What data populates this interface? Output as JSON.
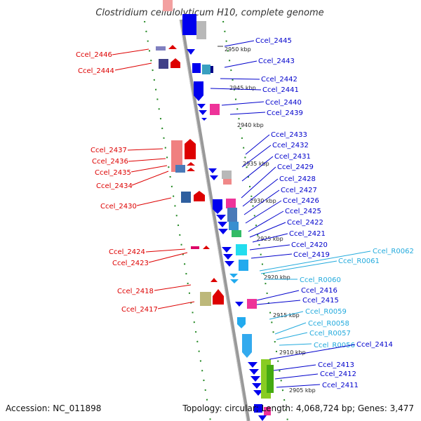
{
  "title": "Clostridium cellulolyticum H10, complete genome",
  "accession": "Accession: NC_011898",
  "summary": "Topology: circular; Length: 4,068,724 bp; Genes: 3,477",
  "colors": {
    "minus_label": "#dd0000",
    "plus_label": "#0000cc",
    "rna_label": "#22aadd",
    "backbone": "#888888",
    "dash": "#228822"
  },
  "kbp_ticks": [
    {
      "text": "2950 kbp",
      "key": "t2950"
    },
    {
      "text": "2945 kbp",
      "key": "t2945"
    },
    {
      "text": "2940 kbp",
      "key": "t2940"
    },
    {
      "text": "2935 kbp",
      "key": "t2935"
    },
    {
      "text": "2930 kbp",
      "key": "t2930"
    },
    {
      "text": "2925 kbp",
      "key": "t2925"
    },
    {
      "text": "2920 kbp",
      "key": "t2920"
    },
    {
      "text": "2915 kbp",
      "key": "t2915"
    },
    {
      "text": "2910 kbp",
      "key": "t2910"
    },
    {
      "text": "2905 kbp",
      "key": "t2905"
    }
  ],
  "genes_minus": [
    {
      "name": "Ccel_2446",
      "key": "m2446"
    },
    {
      "name": "Ccel_2444",
      "key": "m2444"
    },
    {
      "name": "Ccel_2437",
      "key": "m2437"
    },
    {
      "name": "Ccel_2436",
      "key": "m2436"
    },
    {
      "name": "Ccel_2435",
      "key": "m2435"
    },
    {
      "name": "Ccel_2434",
      "key": "m2434"
    },
    {
      "name": "Ccel_2430",
      "key": "m2430"
    },
    {
      "name": "Ccel_2424",
      "key": "m2424"
    },
    {
      "name": "Ccel_2423",
      "key": "m2423"
    },
    {
      "name": "Ccel_2418",
      "key": "m2418"
    },
    {
      "name": "Ccel_2417",
      "key": "m2417"
    }
  ],
  "genes_plus": [
    {
      "name": "Ccel_2445",
      "key": "p2445",
      "type": "gene"
    },
    {
      "name": "Ccel_2443",
      "key": "p2443",
      "type": "gene"
    },
    {
      "name": "Ccel_2442",
      "key": "p2442",
      "type": "gene"
    },
    {
      "name": "Ccel_2441",
      "key": "p2441",
      "type": "gene"
    },
    {
      "name": "Ccel_2440",
      "key": "p2440",
      "type": "gene"
    },
    {
      "name": "Ccel_2439",
      "key": "p2439",
      "type": "gene"
    },
    {
      "name": "Ccel_2433",
      "key": "p2433",
      "type": "gene"
    },
    {
      "name": "Ccel_2432",
      "key": "p2432",
      "type": "gene"
    },
    {
      "name": "Ccel_2431",
      "key": "p2431",
      "type": "gene"
    },
    {
      "name": "Ccel_2429",
      "key": "p2429",
      "type": "gene"
    },
    {
      "name": "Ccel_2428",
      "key": "p2428",
      "type": "gene"
    },
    {
      "name": "Ccel_2427",
      "key": "p2427",
      "type": "gene"
    },
    {
      "name": "Ccel_2426",
      "key": "p2426",
      "type": "gene"
    },
    {
      "name": "Ccel_2425",
      "key": "p2425",
      "type": "gene"
    },
    {
      "name": "Ccel_2422",
      "key": "p2422",
      "type": "gene"
    },
    {
      "name": "Ccel_2421",
      "key": "p2421",
      "type": "gene"
    },
    {
      "name": "Ccel_2420",
      "key": "p2420",
      "type": "gene"
    },
    {
      "name": "Ccel_2419",
      "key": "p2419",
      "type": "gene"
    },
    {
      "name": "Ccel_R0062",
      "key": "r0062",
      "type": "rna"
    },
    {
      "name": "Ccel_R0061",
      "key": "r0061",
      "type": "rna"
    },
    {
      "name": "Ccel_R0060",
      "key": "r0060",
      "type": "rna"
    },
    {
      "name": "Ccel_2416",
      "key": "p2416",
      "type": "gene"
    },
    {
      "name": "Ccel_2415",
      "key": "p2415",
      "type": "gene"
    },
    {
      "name": "Ccel_R0059",
      "key": "r0059",
      "type": "rna"
    },
    {
      "name": "Ccel_R0058",
      "key": "r0058",
      "type": "rna"
    },
    {
      "name": "Ccel_R0057",
      "key": "r0057",
      "type": "rna"
    },
    {
      "name": "Ccel_R0056",
      "key": "r0056",
      "type": "rna"
    },
    {
      "name": "Ccel_2414",
      "key": "p2414",
      "type": "gene"
    },
    {
      "name": "Ccel_2413",
      "key": "p2413",
      "type": "gene"
    },
    {
      "name": "Ccel_2412",
      "key": "p2412",
      "type": "gene"
    },
    {
      "name": "Ccel_2411",
      "key": "p2411",
      "type": "gene"
    }
  ]
}
